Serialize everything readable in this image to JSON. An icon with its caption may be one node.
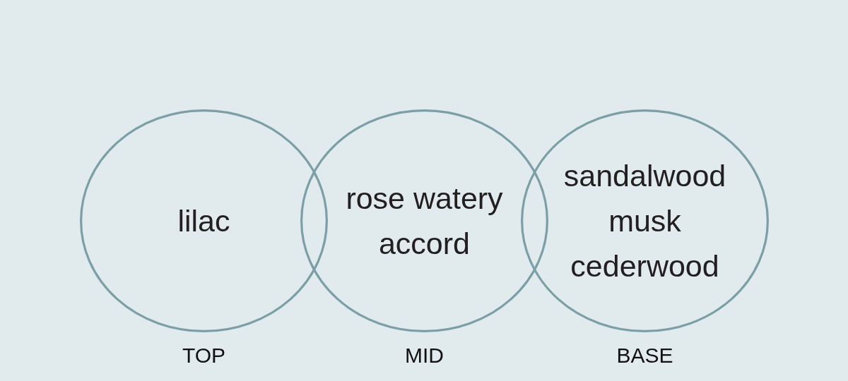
{
  "diagram": {
    "nodes": [
      {
        "text": [
          "lilac"
        ],
        "beside": [
          "TOP"
        ]
      },
      {
        "text": [
          "rose watery accord"
        ],
        "beside": [
          "MID"
        ]
      },
      {
        "text": [
          "sandalwood",
          "musk",
          "cederwood"
        ],
        "beside": [
          "BASE"
        ]
      }
    ]
  }
}
